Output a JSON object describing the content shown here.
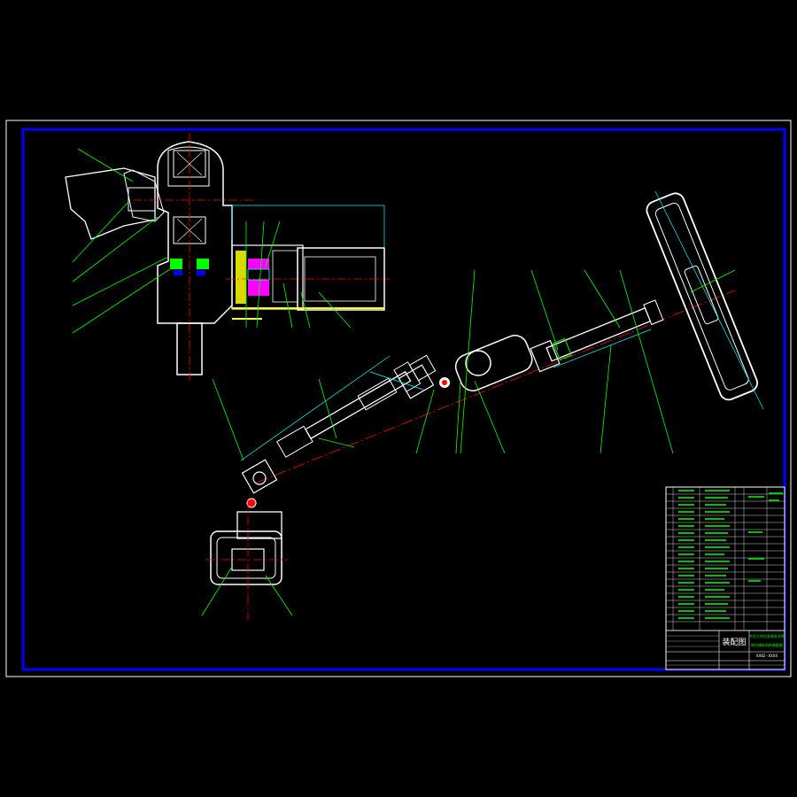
{
  "title_block": {
    "drawing_title": "装配图",
    "institution": "中北大学信息商务学院",
    "assembly_name": "转向操纵机构装配图",
    "drawing_number": "XX02-XXXX"
  },
  "colors": {
    "background": "#000000",
    "border_outer": "#ffffff",
    "border_inner": "#0000ff",
    "part_outline": "#ffffff",
    "leader": "#00ff00",
    "dimension": "#00ffff",
    "centerline": "#ff0000",
    "highlight": "#ffff00",
    "section_fill": "#ff00ff"
  }
}
